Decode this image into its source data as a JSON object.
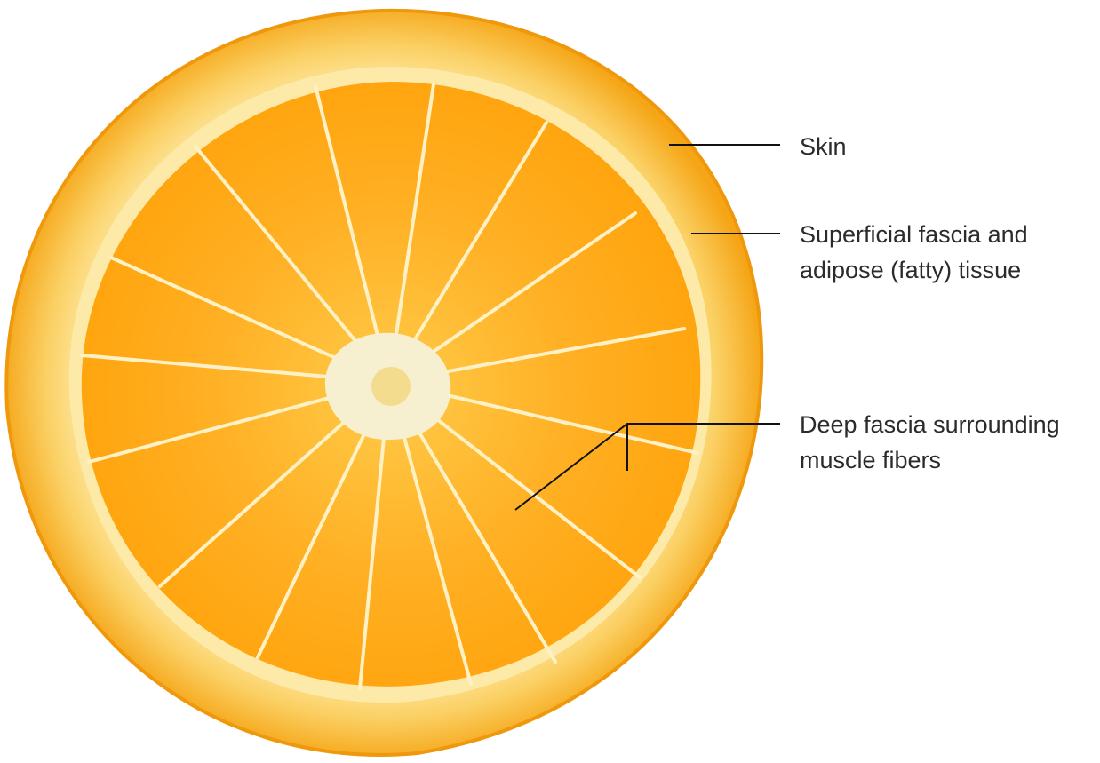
{
  "figure": {
    "subject": "orange-cross-section",
    "colors": {
      "rind_outer": "#f7a81c",
      "rind_inner": "#fde7a0",
      "pulp": "#ffa712",
      "pulp_light": "#ffc23d",
      "membrane": "#fff1c6",
      "core": "#f6efd0",
      "leader_line": "#111111",
      "label_text": "#2b2b2b"
    }
  },
  "labels": {
    "skin": "Skin",
    "superficial_line1": "Superficial fascia and",
    "superficial_line2": "adipose (fatty) tissue",
    "deep_line1": "Deep fascia surrounding",
    "deep_line2": "muscle fibers"
  }
}
